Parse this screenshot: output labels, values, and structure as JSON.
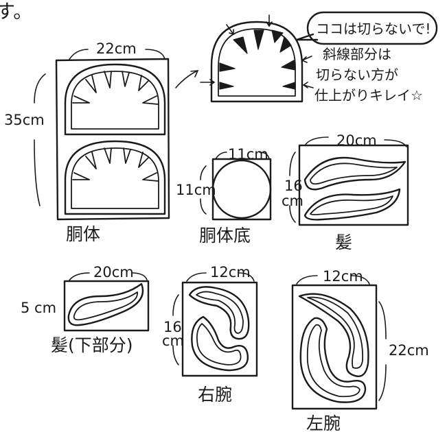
{
  "header_fragment": "す。",
  "bubble_note": "ココは切らないで!",
  "hatch_note": [
    "斜線部分は",
    "切らない方が",
    "仕上がりキレイ☆"
  ],
  "pieces": {
    "body": {
      "name": "胴体",
      "width": "22cm",
      "height": "35cm"
    },
    "body_bottom": {
      "name": "胴体底",
      "width": "11cm",
      "height": "11cm"
    },
    "hair": {
      "name": "髪",
      "width": "20cm",
      "height_line1": "16",
      "height_line2": "cm"
    },
    "hair_lower": {
      "name": "髪(下部分)",
      "width": "20cm",
      "height": "5 cm"
    },
    "right_arm": {
      "name": "右腕",
      "width": "12cm",
      "height_line1": "16",
      "height_line2": "cm"
    },
    "left_arm": {
      "name": "左腕",
      "width": "12cm",
      "height": "22cm"
    }
  }
}
